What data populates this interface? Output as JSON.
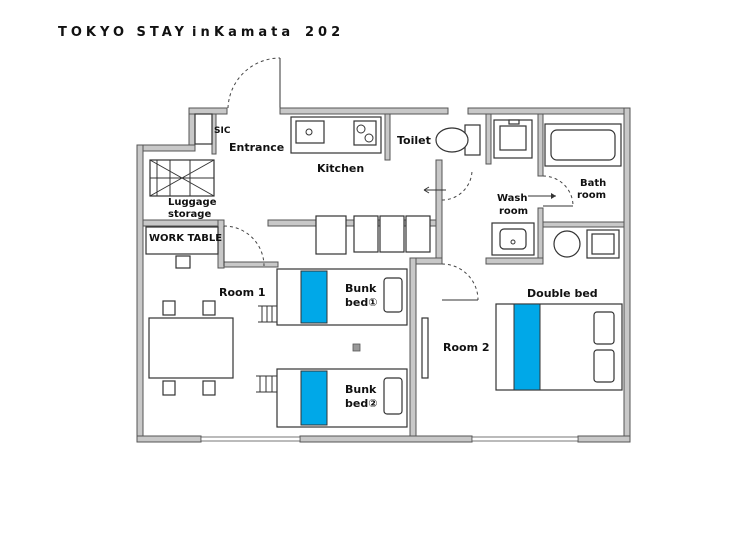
{
  "title": {
    "part1": "TOKYO STAY",
    "part2": "in",
    "part3": "Kamata",
    "unit": "202"
  },
  "labels": {
    "sic": "SIC",
    "entrance": "Entrance",
    "kitchen": "Kitchen",
    "toilet": "Toilet",
    "bath_line1": "Bath",
    "bath_line2": "room",
    "wash_line1": "Wash",
    "wash_line2": "room",
    "luggage_line1": "Luggage",
    "luggage_line2": "storage",
    "work_table": "WORK TABLE",
    "room1": "Room 1",
    "room2": "Room 2",
    "double_bed": "Double bed",
    "bunk1_line1": "Bunk",
    "bunk1_line2": "bed①",
    "bunk2_line1": "Bunk",
    "bunk2_line2": "bed②"
  },
  "colors": {
    "bed_accent": "#00a8e8",
    "wall": "#c8c8c8",
    "line": "#333333"
  }
}
